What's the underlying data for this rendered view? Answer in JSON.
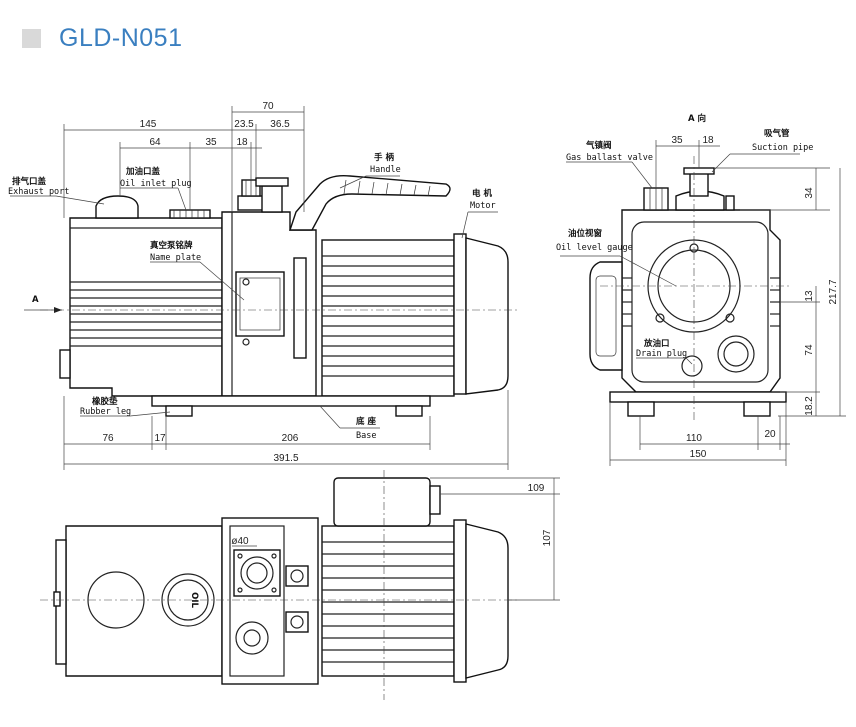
{
  "header": {
    "title": "GLD-N051"
  },
  "labels": {
    "exhaust_zh": "排气口盖",
    "exhaust_en": "Exhaust port",
    "oil_inlet_zh": "加油口盖",
    "oil_inlet_en": "Oil inlet plug",
    "handle_zh": "手 柄",
    "handle_en": "Handle",
    "motor_zh": "电 机",
    "motor_en": "Motor",
    "nameplate_zh": "真空泵铭牌",
    "nameplate_en": "Name plate",
    "rubber_leg_zh": "橡胶垫",
    "rubber_leg_en": "Rubber leg",
    "base_zh": "底 座",
    "base_en": "Base",
    "view_a": "A",
    "view_a_dir": "A 向",
    "gas_ballast_zh": "气镇阀",
    "gas_ballast_en": "Gas ballast valve",
    "suction_zh": "吸气管",
    "suction_en": "Suction pipe",
    "oil_level_zh": "油位视窗",
    "oil_level_en": "Oil level gauge",
    "drain_zh": "放油口",
    "drain_en": "Drain plug",
    "plate_text": "OIL",
    "dia40": "ø40"
  },
  "dimensions": {
    "d70": "70",
    "d145": "145",
    "d23_5": "23.5",
    "d36_5": "36.5",
    "d64": "64",
    "d35": "35",
    "d18": "18",
    "d76": "76",
    "d17": "17",
    "d206": "206",
    "d391_5": "391.5",
    "a35": "35",
    "a18": "18",
    "a34": "34",
    "a217_7": "217.7",
    "a13": "13",
    "a74": "74",
    "a18_2": "18.2",
    "a110": "110",
    "a20": "20",
    "a150": "150",
    "t109": "109",
    "t107": "107"
  }
}
